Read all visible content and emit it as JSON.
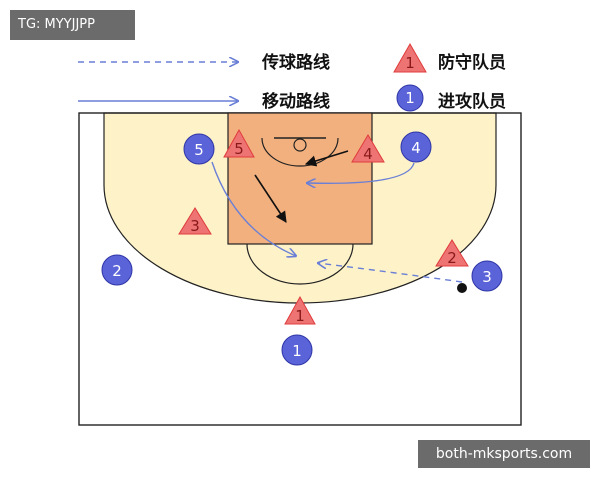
{
  "watermark_top": "TG: MYYJJPP",
  "watermark_bottom": "both-mksports.com",
  "legend": {
    "pass_route": "传球路线",
    "move_route": "移动路线",
    "defender": "防守队员",
    "defender_symbol": "1",
    "attacker": "进攻队员",
    "attacker_symbol": "1"
  },
  "defenders": [
    {
      "id": "defender-5",
      "label": "5"
    },
    {
      "id": "defender-4",
      "label": "4"
    },
    {
      "id": "defender-3",
      "label": "3"
    },
    {
      "id": "defender-2",
      "label": "2"
    },
    {
      "id": "defender-1",
      "label": "1"
    }
  ],
  "attackers": [
    {
      "id": "attacker-5",
      "label": "5"
    },
    {
      "id": "attacker-4",
      "label": "4"
    },
    {
      "id": "attacker-2",
      "label": "2"
    },
    {
      "id": "attacker-3",
      "label": "3"
    },
    {
      "id": "attacker-1",
      "label": "1"
    }
  ],
  "colors": {
    "court_fill": "#fdf2c8",
    "paint_fill": "#f2b07e",
    "defender_fill": "#ee7474",
    "defender_text": "#8a1a1a",
    "attacker_fill": "#5a63d8",
    "attacker_text": "#ffffff",
    "route_color": "#6a7fd6"
  }
}
